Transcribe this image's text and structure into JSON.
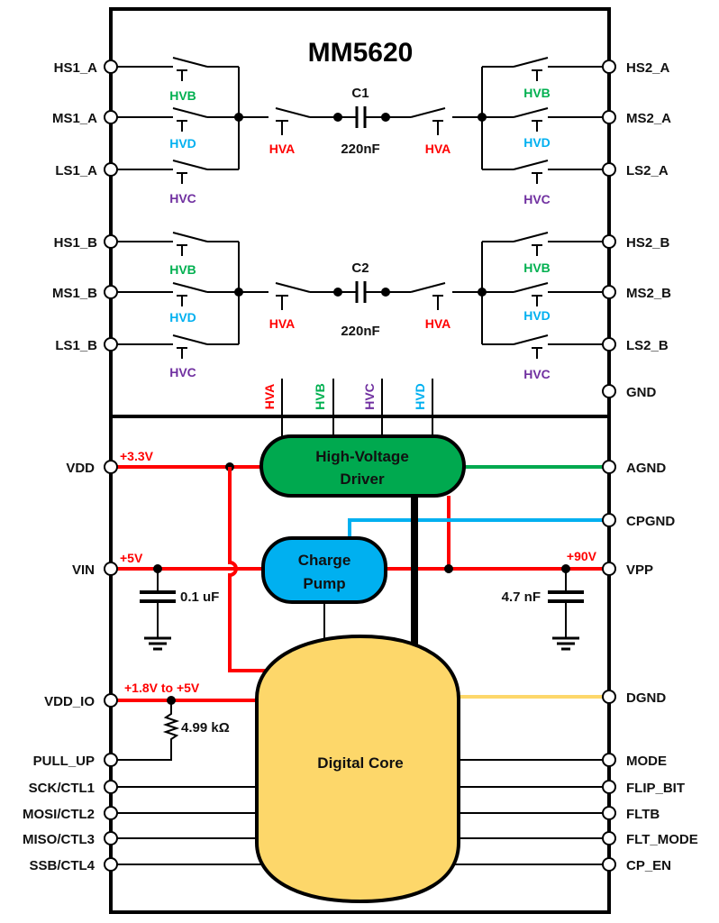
{
  "title": "MM5620",
  "colors": {
    "hva": "#ff0000",
    "hvb": "#00b050",
    "hvc": "#7030a0",
    "hvd": "#00b0f0",
    "driver_fill": "#00a94f",
    "pump_fill": "#00b0f0",
    "core_fill": "#fdd76a",
    "supply": "#ff0000",
    "agnd_wire": "#00a94f",
    "cpgnd_wire": "#00b0f0",
    "dgnd_wire": "#fdd76a"
  },
  "switch_groups": [
    {
      "capacitor": {
        "name": "C1",
        "value": "220nF"
      },
      "left_pins": [
        "HS1_A",
        "MS1_A",
        "LS1_A"
      ],
      "right_pins": [
        "HS2_A",
        "MS2_A",
        "LS2_A"
      ],
      "switch_controls": [
        "HVB",
        "HVD",
        "HVC"
      ],
      "series_switch_control": "HVA"
    },
    {
      "capacitor": {
        "name": "C2",
        "value": "220nF"
      },
      "left_pins": [
        "HS1_B",
        "MS1_B",
        "LS1_B"
      ],
      "right_pins": [
        "HS2_B",
        "MS2_B",
        "LS2_B"
      ],
      "switch_controls": [
        "HVB",
        "HVD",
        "HVC"
      ],
      "series_switch_control": "HVA"
    }
  ],
  "gnd_pin": "GND",
  "driver_outputs": [
    "HVA",
    "HVB",
    "HVC",
    "HVD"
  ],
  "blocks": {
    "driver": "High-Voltage Driver",
    "driver_line1": "High-Voltage",
    "driver_line2": "Driver",
    "pump_line1": "Charge",
    "pump_line2": "Pump",
    "core": "Digital Core"
  },
  "power_pins": {
    "vdd": {
      "name": "VDD",
      "voltage": "+3.3V"
    },
    "vin": {
      "name": "VIN",
      "voltage": "+5V",
      "cap": "0.1 uF"
    },
    "vpp": {
      "name": "VPP",
      "voltage": "+90V",
      "cap": "4.7 nF"
    },
    "vdd_io": {
      "name": "VDD_IO",
      "voltage": "+1.8V to +5V",
      "resistor": "4.99 kΩ"
    },
    "agnd": "AGND",
    "cpgnd": "CPGND",
    "dgnd": "DGND"
  },
  "left_io_pins": [
    "PULL_UP",
    "SCK/CTL1",
    "MOSI/CTL2",
    "MISO/CTL3",
    "SSB/CTL4"
  ],
  "right_io_pins": [
    "MODE",
    "FLIP_BIT",
    "FLTB",
    "FLT_MODE",
    "CP_EN"
  ]
}
